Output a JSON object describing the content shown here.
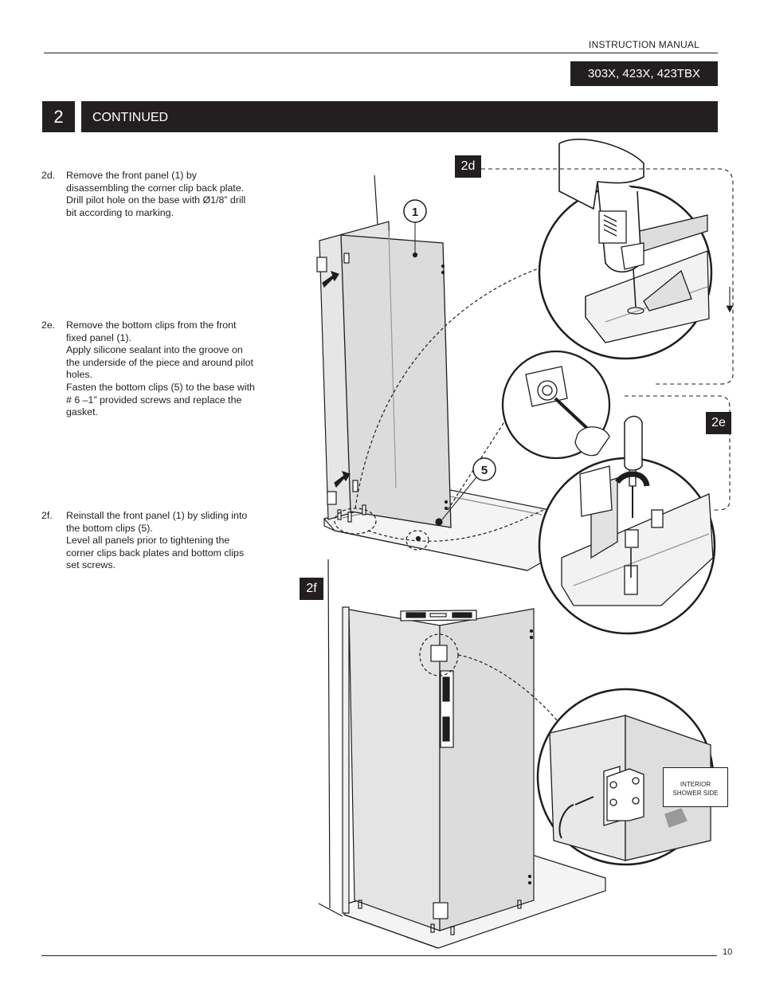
{
  "header": {
    "manual_label": "INSTRUCTION MANUAL",
    "models": "303X, 423X, 423TBX"
  },
  "section": {
    "number": "2",
    "title": "CONTINUED"
  },
  "steps": [
    {
      "label": "2d.",
      "lines": [
        "Remove the front panel (1) by",
        "disassembling the corner clip back plate.",
        "Drill pilot hole on the base with Ø1/8” drill",
        "bit according to marking."
      ]
    },
    {
      "label": "2e.",
      "lines": [
        "Remove the bottom clips from the front",
        "fixed panel (1).",
        "Apply silicone sealant into the groove on",
        "the underside of the piece and around pilot",
        "holes.",
        "Fasten the bottom clips (5) to the base with",
        "# 6 –1” provided screws and replace the",
        "gasket."
      ]
    },
    {
      "label": "2f.",
      "lines": [
        "Reinstall the front panel (1) by sliding into",
        "the bottom clips (5).",
        "Level all panels prior to tightening the",
        "corner clips back plates and bottom clips",
        "set screws."
      ]
    }
  ],
  "figure": {
    "tag_2d": "2d",
    "tag_2e": "2e",
    "tag_2f": "2f",
    "callout_panel": "1",
    "callout_clip": "5",
    "note_line1": "INTERIOR",
    "note_line2": "SHOWER SIDE"
  },
  "footer": {
    "page_number": "10"
  }
}
